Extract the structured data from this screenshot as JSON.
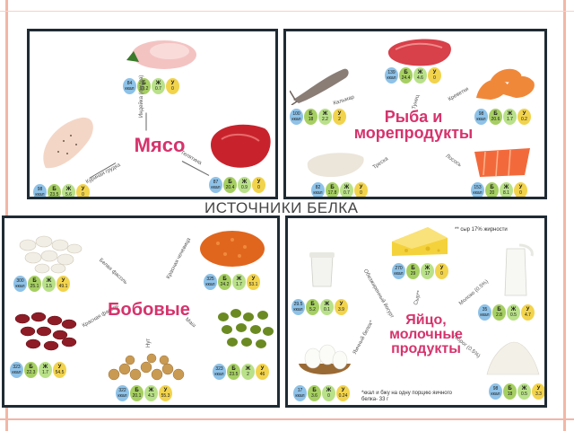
{
  "heading": "ИСТОЧНИКИ БЕЛКА",
  "badge_letters": {
    "k": "кккал",
    "b": "Б",
    "j": "Ж",
    "u": "У"
  },
  "colors": {
    "title": "#d6336c",
    "kcal": "#8ec2e8",
    "protein": "#a6cf62",
    "fat": "#b9e189",
    "carb": "#f2d34c"
  },
  "meat": {
    "title": "Мясо",
    "items": [
      {
        "label": "Индейка (грудка)",
        "k": "84",
        "b": "19.2",
        "j": "0.7",
        "u": "0"
      },
      {
        "label": "Куриная грудка",
        "k": "98",
        "b": "23.5",
        "j": "5.6",
        "u": "0"
      },
      {
        "label": "Телятина",
        "k": "87",
        "b": "20.4",
        "j": "0.9",
        "u": "0"
      }
    ]
  },
  "fish": {
    "title": "Рыба и морепродукты",
    "items": [
      {
        "label": "Тунец",
        "k": "139",
        "b": "24.4",
        "j": "4.6",
        "u": "0"
      },
      {
        "label": "Кальмар",
        "k": "100",
        "b": "18",
        "j": "2.2",
        "u": "2"
      },
      {
        "label": "Креветки",
        "k": "98",
        "b": "20.6",
        "j": "1.7",
        "u": "0.2"
      },
      {
        "label": "Треска",
        "k": "82",
        "b": "17.8",
        "j": "0.7",
        "u": "0"
      },
      {
        "label": "Лосось",
        "k": "153",
        "b": "20",
        "j": "8.1",
        "u": "0"
      }
    ]
  },
  "legumes": {
    "title": "Бобовые",
    "items": [
      {
        "label": "Белая фасоль",
        "k": "300",
        "b": "25.1",
        "j": "1.5",
        "u": "49.1"
      },
      {
        "label": "Красная чечевица",
        "k": "325",
        "b": "24.2",
        "j": "1.7",
        "u": "53.1"
      },
      {
        "label": "Красная фасоль",
        "k": "323",
        "b": "22.3",
        "j": "1.7",
        "u": "54.5"
      },
      {
        "label": "Маш",
        "k": "323",
        "b": "23.5",
        "j": "2",
        "u": "46"
      },
      {
        "label": "Нут",
        "k": "322",
        "b": "20.1",
        "j": "4.3",
        "u": "55.3"
      }
    ]
  },
  "dairy": {
    "title": "Яйцо, молочные продукты",
    "items": [
      {
        "label": "Сыр**",
        "k": "270",
        "b": "29",
        "j": "17",
        "u": "0"
      },
      {
        "label": "Обезжиренный йогурт",
        "k": "29.5",
        "b": "5.2",
        "j": "0.1",
        "u": "3.9"
      },
      {
        "label": "Молоко (0.5%)",
        "k": "35",
        "b": "2.8",
        "j": "0.5",
        "u": "4.7"
      },
      {
        "label": "Яичный белок*",
        "k": "17",
        "b": "3.6",
        "j": "0",
        "u": "0.24"
      },
      {
        "label": "Творог (0.5%)",
        "k": "98",
        "b": "18",
        "j": "0.5",
        "u": "3.3"
      }
    ],
    "note_cheese": "** сыр 17% жирности",
    "note_kcal": "*ккал и бжу на одну порцию яичного белка- 33 г"
  }
}
